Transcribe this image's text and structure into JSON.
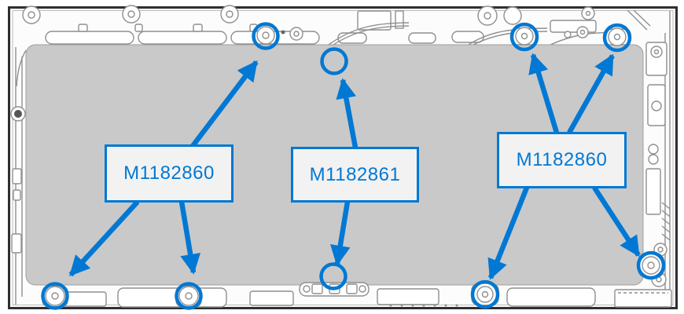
{
  "figure": {
    "kind": "screw-callout-diagram",
    "labels": [
      {
        "id": "left",
        "text": "M1182860",
        "screw_count": 3
      },
      {
        "id": "center",
        "text": "M1182861",
        "screw_count": 2
      },
      {
        "id": "right",
        "text": "M1182860",
        "screw_count": 4
      }
    ],
    "total_screw_callouts": 9,
    "colors": {
      "accent": "#0078D4",
      "panel_fill": "#c9c9c9",
      "label_fill": "#f2f2f2",
      "line_art": "#8f8f8f",
      "frame": "#2f2f2f"
    }
  }
}
